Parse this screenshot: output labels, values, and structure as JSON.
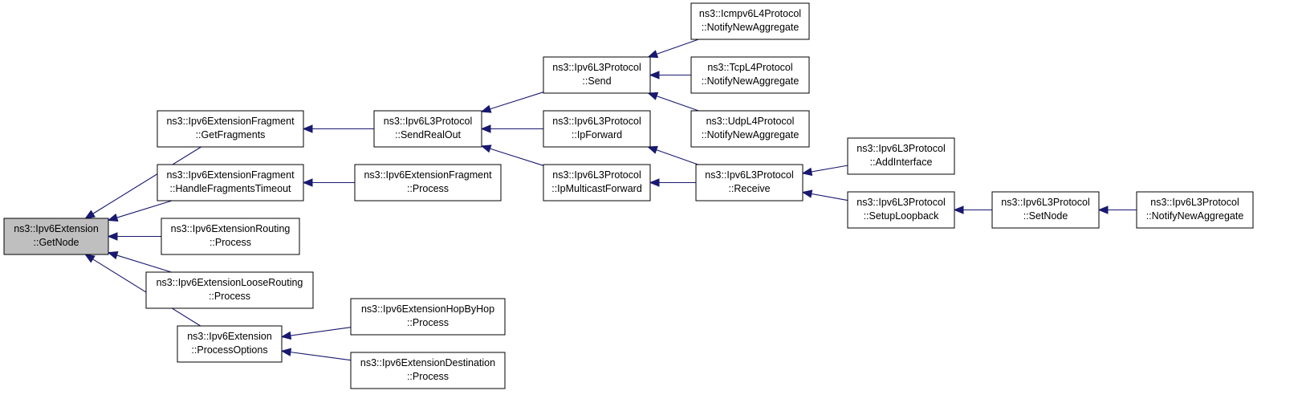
{
  "graph": {
    "nodes": [
      {
        "id": "getnode",
        "lines": [
          "ns3::Ipv6Extension",
          "::GetNode"
        ],
        "focus": true
      },
      {
        "id": "getfragments",
        "lines": [
          "ns3::Ipv6ExtensionFragment",
          "::GetFragments"
        ]
      },
      {
        "id": "handlefrag",
        "lines": [
          "ns3::Ipv6ExtensionFragment",
          "::HandleFragmentsTimeout"
        ]
      },
      {
        "id": "routingproc",
        "lines": [
          "ns3::Ipv6ExtensionRouting",
          "::Process"
        ]
      },
      {
        "id": "looseproc",
        "lines": [
          "ns3::Ipv6ExtensionLooseRouting",
          "::Process"
        ]
      },
      {
        "id": "procopts",
        "lines": [
          "ns3::Ipv6Extension",
          "::ProcessOptions"
        ]
      },
      {
        "id": "sendrealout",
        "lines": [
          "ns3::Ipv6L3Protocol",
          "::SendRealOut"
        ]
      },
      {
        "id": "fragproc",
        "lines": [
          "ns3::Ipv6ExtensionFragment",
          "::Process"
        ]
      },
      {
        "id": "hopproc",
        "lines": [
          "ns3::Ipv6ExtensionHopByHop",
          "::Process"
        ]
      },
      {
        "id": "destproc",
        "lines": [
          "ns3::Ipv6ExtensionDestination",
          "::Process"
        ]
      },
      {
        "id": "send",
        "lines": [
          "ns3::Ipv6L3Protocol",
          "::Send"
        ]
      },
      {
        "id": "ipforward",
        "lines": [
          "ns3::Ipv6L3Protocol",
          "::IpForward"
        ]
      },
      {
        "id": "ipmcast",
        "lines": [
          "ns3::Ipv6L3Protocol",
          "::IpMulticastForward"
        ]
      },
      {
        "id": "icmpagg",
        "lines": [
          "ns3::Icmpv6L4Protocol",
          "::NotifyNewAggregate"
        ]
      },
      {
        "id": "tcpagg",
        "lines": [
          "ns3::TcpL4Protocol",
          "::NotifyNewAggregate"
        ]
      },
      {
        "id": "udpagg",
        "lines": [
          "ns3::UdpL4Protocol",
          "::NotifyNewAggregate"
        ]
      },
      {
        "id": "receive",
        "lines": [
          "ns3::Ipv6L3Protocol",
          "::Receive"
        ]
      },
      {
        "id": "addiface",
        "lines": [
          "ns3::Ipv6L3Protocol",
          "::AddInterface"
        ]
      },
      {
        "id": "setuploop",
        "lines": [
          "ns3::Ipv6L3Protocol",
          "::SetupLoopback"
        ]
      },
      {
        "id": "setnode",
        "lines": [
          "ns3::Ipv6L3Protocol",
          "::SetNode"
        ]
      },
      {
        "id": "l3agg",
        "lines": [
          "ns3::Ipv6L3Protocol",
          "::NotifyNewAggregate"
        ]
      }
    ],
    "edges": [
      {
        "from": "getfragments",
        "to": "getnode"
      },
      {
        "from": "handlefrag",
        "to": "getnode"
      },
      {
        "from": "routingproc",
        "to": "getnode"
      },
      {
        "from": "looseproc",
        "to": "getnode"
      },
      {
        "from": "procopts",
        "to": "getnode"
      },
      {
        "from": "sendrealout",
        "to": "getfragments"
      },
      {
        "from": "fragproc",
        "to": "handlefrag"
      },
      {
        "from": "hopproc",
        "to": "procopts"
      },
      {
        "from": "destproc",
        "to": "procopts"
      },
      {
        "from": "send",
        "to": "sendrealout"
      },
      {
        "from": "ipforward",
        "to": "sendrealout"
      },
      {
        "from": "ipmcast",
        "to": "sendrealout"
      },
      {
        "from": "icmpagg",
        "to": "send"
      },
      {
        "from": "tcpagg",
        "to": "send"
      },
      {
        "from": "udpagg",
        "to": "send"
      },
      {
        "from": "receive",
        "to": "ipforward"
      },
      {
        "from": "receive",
        "to": "ipmcast"
      },
      {
        "from": "addiface",
        "to": "receive"
      },
      {
        "from": "setuploop",
        "to": "receive"
      },
      {
        "from": "setnode",
        "to": "setuploop"
      },
      {
        "from": "l3agg",
        "to": "setnode"
      }
    ]
  }
}
